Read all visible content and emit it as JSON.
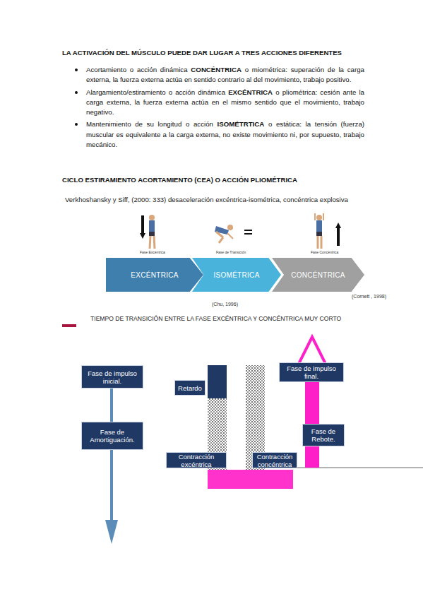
{
  "diagram": {
    "title": "LA ACTIVACIÓN DEL MÚSCULO PUEDE DAR LUGAR A TRES ACCIONES DIFERENTES",
    "nodes": [
      {
        "text": [
          "EXCÉNTRICA"
        ]
      },
      {
        "text": [
          "ISOMÉTRICA"
        ]
      },
      {
        "text": [
          "CONCÉNTRICA"
        ]
      },
      {
        "text": [
          "Fase de impulso inicial."
        ]
      },
      {
        "text": [
          "Retardo"
        ]
      },
      {
        "text": [
          "Fase de impulso final."
        ]
      },
      {
        "text": [
          "Fase de Amortiguación."
        ]
      },
      {
        "text": [
          "Fase de Rebote."
        ]
      },
      {
        "text": [
          "Contracción excéntrica"
        ]
      },
      {
        "text": [
          "Contracción concéntrica"
        ]
      }
    ],
    "labels": [
      "CICLO ESTIRAMIENTO ACORTAMIENTO (CEA) O ACCIÓN PLIOMÉTRICA",
      "Acortamiento o acción dinámica",
      "CONCÉNTRICA",
      "o miométrica: superación de la carga externa, la fuerza externa actúa en sentido contrario al del movimiento, trabajo positivo.",
      "Alargamiento/estiramiento o acción dinámica",
      "EXCÉNTRICA",
      "o pliométrica: cesión ante la carga externa, la fuerza externa actúa en el mismo sentido que el movimiento, trabajo negativo.",
      "Mantenimiento de su longitud o acción",
      "ISOMÉTRTICA",
      "o estática: la tensión (fuerza) muscular es equivalente a la carga externa, no existe movimiento ni, por supuesto, trabajo mecánico.",
      "Verkhoshansky y Siff, (2000: 333) desaceleración excéntrica-isométrica, concéntrica explosiva",
      "Fase Excéntrica",
      "Fase de Transición",
      "Fase Concéntrica",
      "(Cornett , 1998)",
      "(Chu, 1996)",
      "TIEMPO DE TRANSICIÓN ENTRE LA FASE EXCÉNTRICA Y CONCÉNTRICA MUY CORTO"
    ]
  }
}
